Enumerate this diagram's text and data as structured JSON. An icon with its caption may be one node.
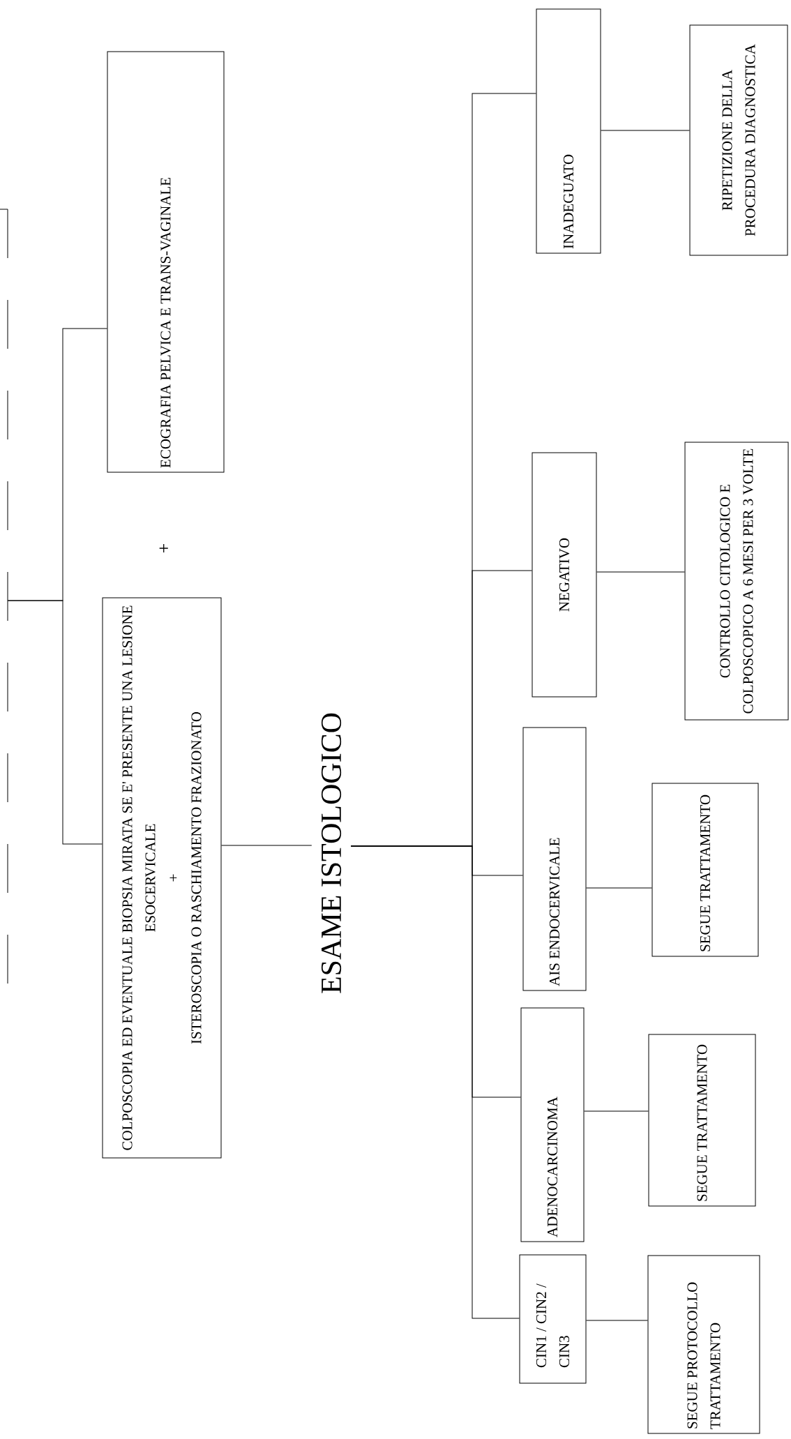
{
  "diagram": {
    "nodes": [
      {
        "text": [],
        "shape": "box"
      },
      {
        "text": [
          "ECOGRAFIA PELVICA E TRANS-VAGINALE"
        ]
      },
      {
        "text": [
          "COLPOSCOPIA ED EVENTUALE BIOPSIA MIRATA SE E' PRESENTE UNA LESIONE ESOCERVICALE",
          "+",
          "ISTEROSCOPIA O RASCHIAMENTO FRAZIONATO"
        ]
      },
      {
        "text": [
          "ESAME ISTOLOGICO"
        ]
      },
      {
        "text": [
          "CIN1 / CIN2 / CIN3"
        ]
      },
      {
        "text": [
          "ADENOCARCINOMA"
        ]
      },
      {
        "text": [
          "AIS ENDOCERVICALE"
        ]
      },
      {
        "text": [
          "NEGATIVO"
        ]
      },
      {
        "text": [
          "INADEGUATO"
        ]
      },
      {
        "text": [
          "SEGUE PROTOCOLLO TRATTAMENTO"
        ]
      },
      {
        "text": [
          "SEGUE TRATTAMENTO"
        ]
      },
      {
        "text": [
          "SEGUE TRATTAMENTO"
        ]
      },
      {
        "text": [
          "CONTROLLO CITOLOGICO E COLPOSCOPICO A 6 MESI PER 3 VOLTE"
        ]
      },
      {
        "text": [
          "RIPETIZIONE DELLA PROCEDURA DIAGNOSTICA"
        ]
      }
    ],
    "edges": [
      {
        "from": 0,
        "to": 1,
        "arrow": "none"
      },
      {
        "from": 0,
        "to": 2,
        "arrow": "none"
      },
      {
        "from": 2,
        "to": 3,
        "arrow": "none"
      },
      {
        "from": 3,
        "to": 4,
        "arrow": "none"
      },
      {
        "from": 3,
        "to": 5,
        "arrow": "none"
      },
      {
        "from": 3,
        "to": 6,
        "arrow": "none"
      },
      {
        "from": 3,
        "to": 7,
        "arrow": "none"
      },
      {
        "from": 3,
        "to": 8,
        "arrow": "none"
      },
      {
        "from": 4,
        "to": 9,
        "arrow": "none"
      },
      {
        "from": 5,
        "to": 10,
        "arrow": "none"
      },
      {
        "from": 6,
        "to": 11,
        "arrow": "none"
      },
      {
        "from": 7,
        "to": 12,
        "arrow": "none"
      },
      {
        "from": 8,
        "to": 13,
        "arrow": "none"
      }
    ],
    "labels": [
      "+"
    ]
  }
}
